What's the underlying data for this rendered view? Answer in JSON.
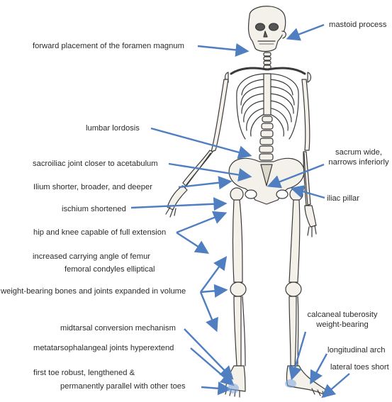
{
  "labels": {
    "mastoid": "mastoid process",
    "foramen": "forward placement of the foramen magnum",
    "lumbar": "lumbar lordosis",
    "sacroiliac": "sacroiliac joint closer to acetabulum",
    "sacrum_line1": "sacrum wide,",
    "sacrum_line2": "narrows inferiorly",
    "ilium": "Ilium shorter, broader, and deeper",
    "iliac_pillar": "iliac pillar",
    "ischium": "ischium shortened",
    "hip_knee": "hip and knee capable of full extension",
    "carrying_angle": "increased carrying angle of femur",
    "condyles": "femoral condyles elliptical",
    "weight_bearing": "weight-bearing bones and joints expanded in volume",
    "calcaneal_line1": "calcaneal tuberosity",
    "calcaneal_line2": "weight-bearing",
    "midtarsal": "midtarsal conversion mechanism",
    "longitudinal": "longitudinal arch",
    "metatarso": "metatarsophalangeal joints hyperextend",
    "lateral_toes": "lateral toes short",
    "first_toe_line1": "first toe robust, lengthened &",
    "first_toe_line2": "permanently parallel with other toes"
  },
  "colors": {
    "arrow": "#4f7ec1",
    "bone_fill": "#f4f1ea",
    "bone_stroke": "#3a3a3a"
  }
}
